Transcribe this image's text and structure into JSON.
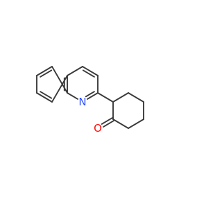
{
  "molecule": {
    "atoms": [
      {
        "id": "a1",
        "symbol": "C"
      },
      {
        "id": "a2",
        "symbol": "C"
      },
      {
        "id": "a3",
        "symbol": "C"
      },
      {
        "id": "a4",
        "symbol": "C"
      },
      {
        "id": "a5",
        "symbol": "C"
      },
      {
        "id": "a6",
        "symbol": "C"
      },
      {
        "id": "a7",
        "symbol": "C"
      },
      {
        "id": "a8",
        "symbol": "C"
      },
      {
        "id": "a9",
        "symbol": "C"
      },
      {
        "id": "n1",
        "symbol": "N",
        "label": "N",
        "color": "#3050F8"
      },
      {
        "id": "c1",
        "symbol": "C"
      },
      {
        "id": "c2",
        "symbol": "C"
      },
      {
        "id": "c3",
        "symbol": "C"
      },
      {
        "id": "c4",
        "symbol": "C"
      },
      {
        "id": "c5",
        "symbol": "C"
      },
      {
        "id": "c6",
        "symbol": "C"
      },
      {
        "id": "o1",
        "symbol": "O",
        "label": "O",
        "color": "#FF0D0D"
      }
    ],
    "bonds": [
      {
        "from": "a1",
        "to": "a2",
        "order": 2
      },
      {
        "from": "a2",
        "to": "a3",
        "order": 1
      },
      {
        "from": "a3",
        "to": "a4",
        "order": 2
      },
      {
        "from": "a4",
        "to": "a5",
        "order": 1
      },
      {
        "from": "a5",
        "to": "a6",
        "order": 2
      },
      {
        "from": "a6",
        "to": "a1",
        "order": 1
      },
      {
        "from": "a5",
        "to": "a7",
        "order": 1
      },
      {
        "from": "a7",
        "to": "a8",
        "order": 2
      },
      {
        "from": "a8",
        "to": "a9",
        "order": 1
      },
      {
        "from": "a9",
        "to": "n1",
        "order": 2
      },
      {
        "from": "n1",
        "to": "a6",
        "order": 1
      },
      {
        "from": "a9",
        "to": "c1",
        "order": 1
      },
      {
        "from": "c1",
        "to": "c2",
        "order": 1
      },
      {
        "from": "c2",
        "to": "c3",
        "order": 1
      },
      {
        "from": "c3",
        "to": "c4",
        "order": 1
      },
      {
        "from": "c4",
        "to": "c5",
        "order": 1
      },
      {
        "from": "c5",
        "to": "c6",
        "order": 1
      },
      {
        "from": "c6",
        "to": "c1",
        "order": 1
      },
      {
        "from": "c6",
        "to": "o1",
        "order": 2
      }
    ],
    "bond_color": "#3a3a3a"
  }
}
